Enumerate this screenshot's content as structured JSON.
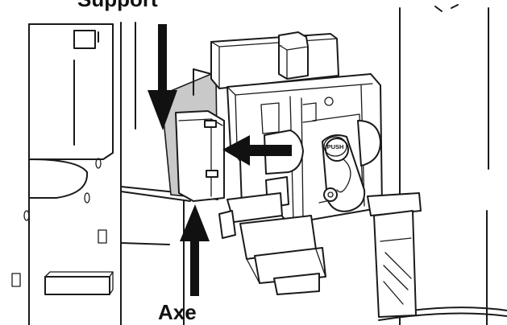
{
  "labels": {
    "support": "Support",
    "axe": "Axe",
    "push": "PUSH"
  },
  "colors": {
    "line": "#1a1a1a",
    "shade": "#c9c9c9",
    "arrow": "#111111",
    "background": "#ffffff"
  },
  "icons": {
    "support_arrow": "arrow-down-icon",
    "axe_arrow": "arrow-up-icon",
    "push_arrow": "arrow-left-icon"
  }
}
